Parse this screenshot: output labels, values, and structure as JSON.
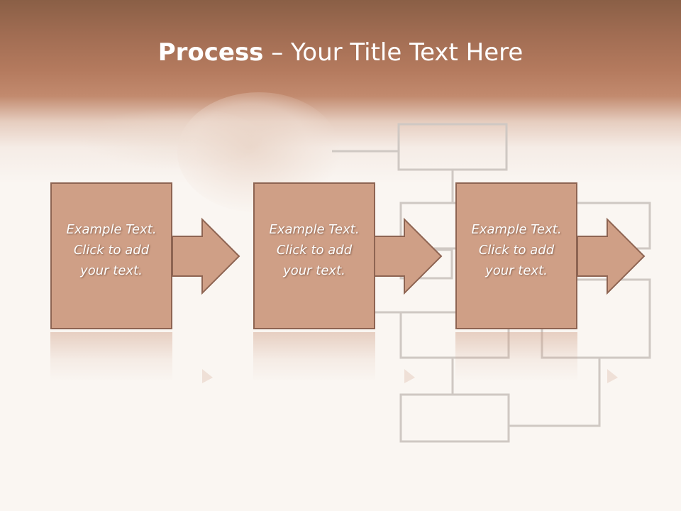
{
  "slide": {
    "title_bold": "Process",
    "title_rest": " – Your Title Text Here"
  },
  "steps": [
    {
      "line1": "Example Text.",
      "line2": "Click  to add",
      "line3": "your text."
    },
    {
      "line1": "Example Text.",
      "line2": "Click  to add",
      "line3": "your text."
    },
    {
      "line1": "Example Text.",
      "line2": "Click  to add",
      "line3": "your text."
    }
  ],
  "colors": {
    "banner": "#b47a5e",
    "card_fill": "#cf9f86",
    "card_border": "#8e6452",
    "background": "#faf6f2",
    "flowchart_line": "#cfc8c3"
  }
}
